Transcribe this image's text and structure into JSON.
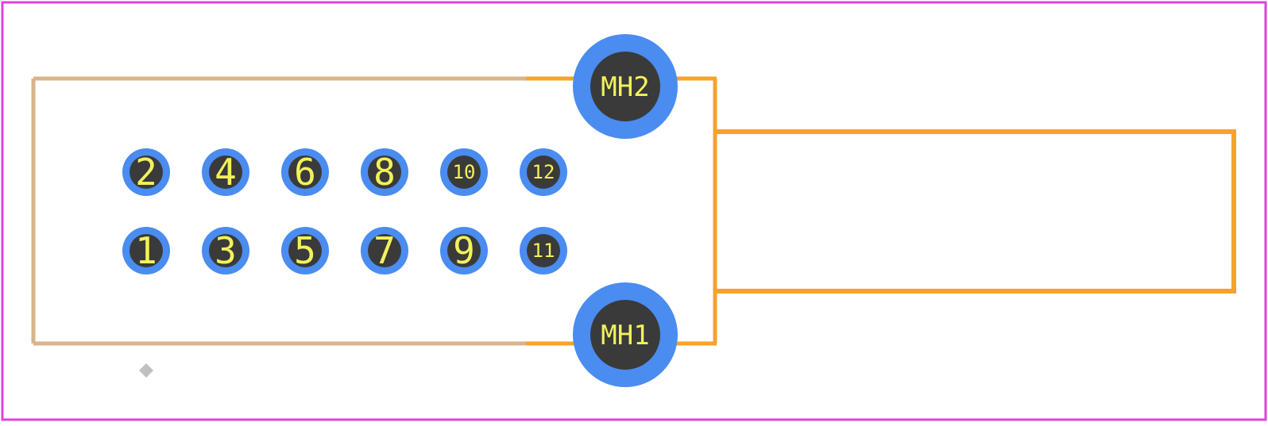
{
  "colors": {
    "background": "#ffffff",
    "courtyard": "#e040e0",
    "silkscreen": "#f5a32a",
    "silkscreen_overlap": "#d8b48a",
    "pad_copper": "#4a8cf0",
    "pad_hole": "#3a3a3a",
    "pad_label": "#f2f25a",
    "origin_marker": "#c0c0c0"
  },
  "pads": {
    "row_top": [
      "2",
      "4",
      "6",
      "8",
      "10",
      "12"
    ],
    "row_bottom": [
      "1",
      "3",
      "5",
      "7",
      "9",
      "11"
    ]
  },
  "mounting_holes": {
    "top": "MH2",
    "bottom": "MH1"
  }
}
